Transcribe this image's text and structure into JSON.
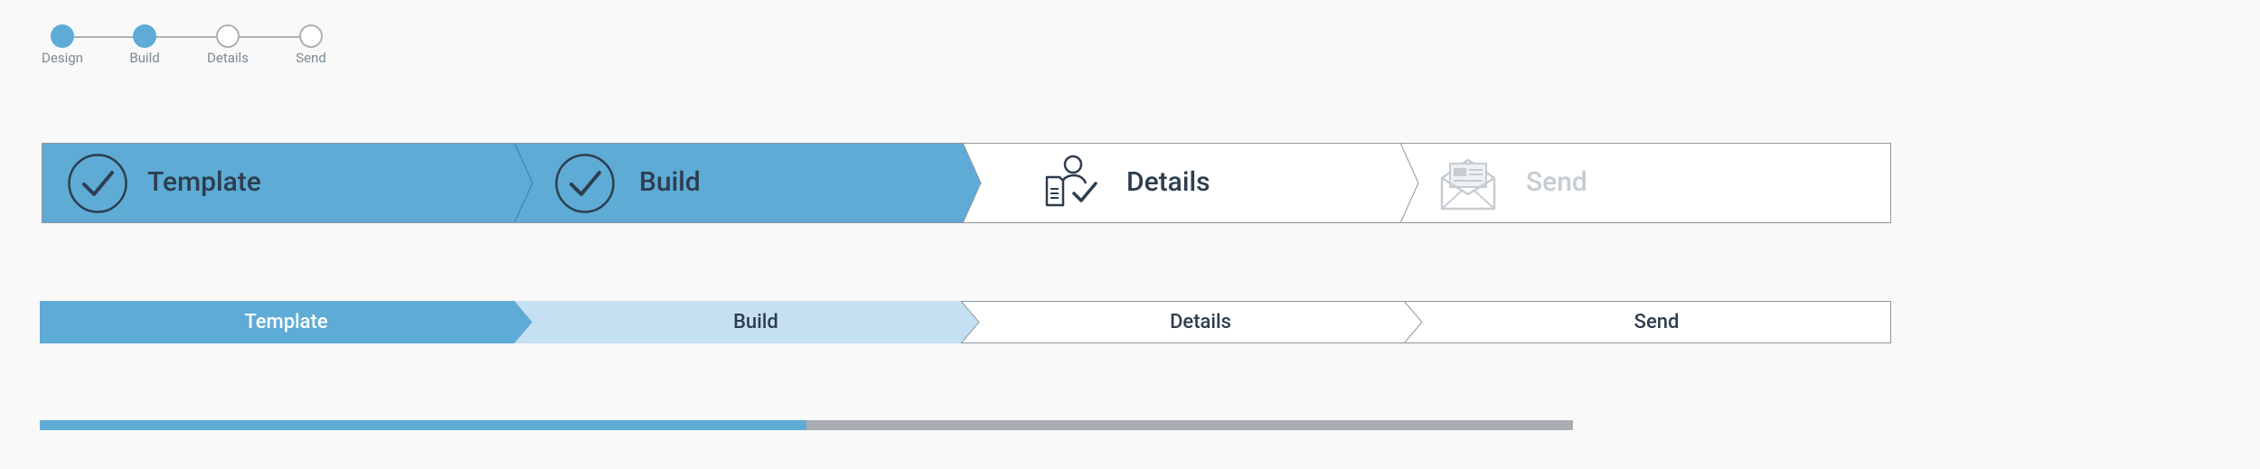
{
  "colors": {
    "accent": "#5eabd6",
    "accent_light": "#c5e0f1",
    "text_dark": "#2d3e4e",
    "text_muted": "#c6ccd1",
    "border": "#8f979e",
    "track": "#a9adb1",
    "dot_label": "#7b8a95"
  },
  "dot_stepper": {
    "steps": [
      {
        "label": "Design",
        "state": "complete"
      },
      {
        "label": "Build",
        "state": "complete"
      },
      {
        "label": "Details",
        "state": "incomplete"
      },
      {
        "label": "Send",
        "state": "incomplete"
      }
    ]
  },
  "chevron_stepper": {
    "steps": [
      {
        "label": "Template",
        "state": "complete",
        "icon": "check-circle-icon"
      },
      {
        "label": "Build",
        "state": "complete",
        "icon": "check-circle-icon"
      },
      {
        "label": "Details",
        "state": "current",
        "icon": "user-document-check-icon"
      },
      {
        "label": "Send",
        "state": "upcoming",
        "icon": "envelope-open-icon"
      }
    ]
  },
  "slim_stepper": {
    "steps": [
      {
        "label": "Template",
        "state": "complete"
      },
      {
        "label": "Build",
        "state": "current"
      },
      {
        "label": "Details",
        "state": "upcoming"
      },
      {
        "label": "Send",
        "state": "upcoming"
      }
    ]
  },
  "progress_bar": {
    "fraction": 0.5
  }
}
